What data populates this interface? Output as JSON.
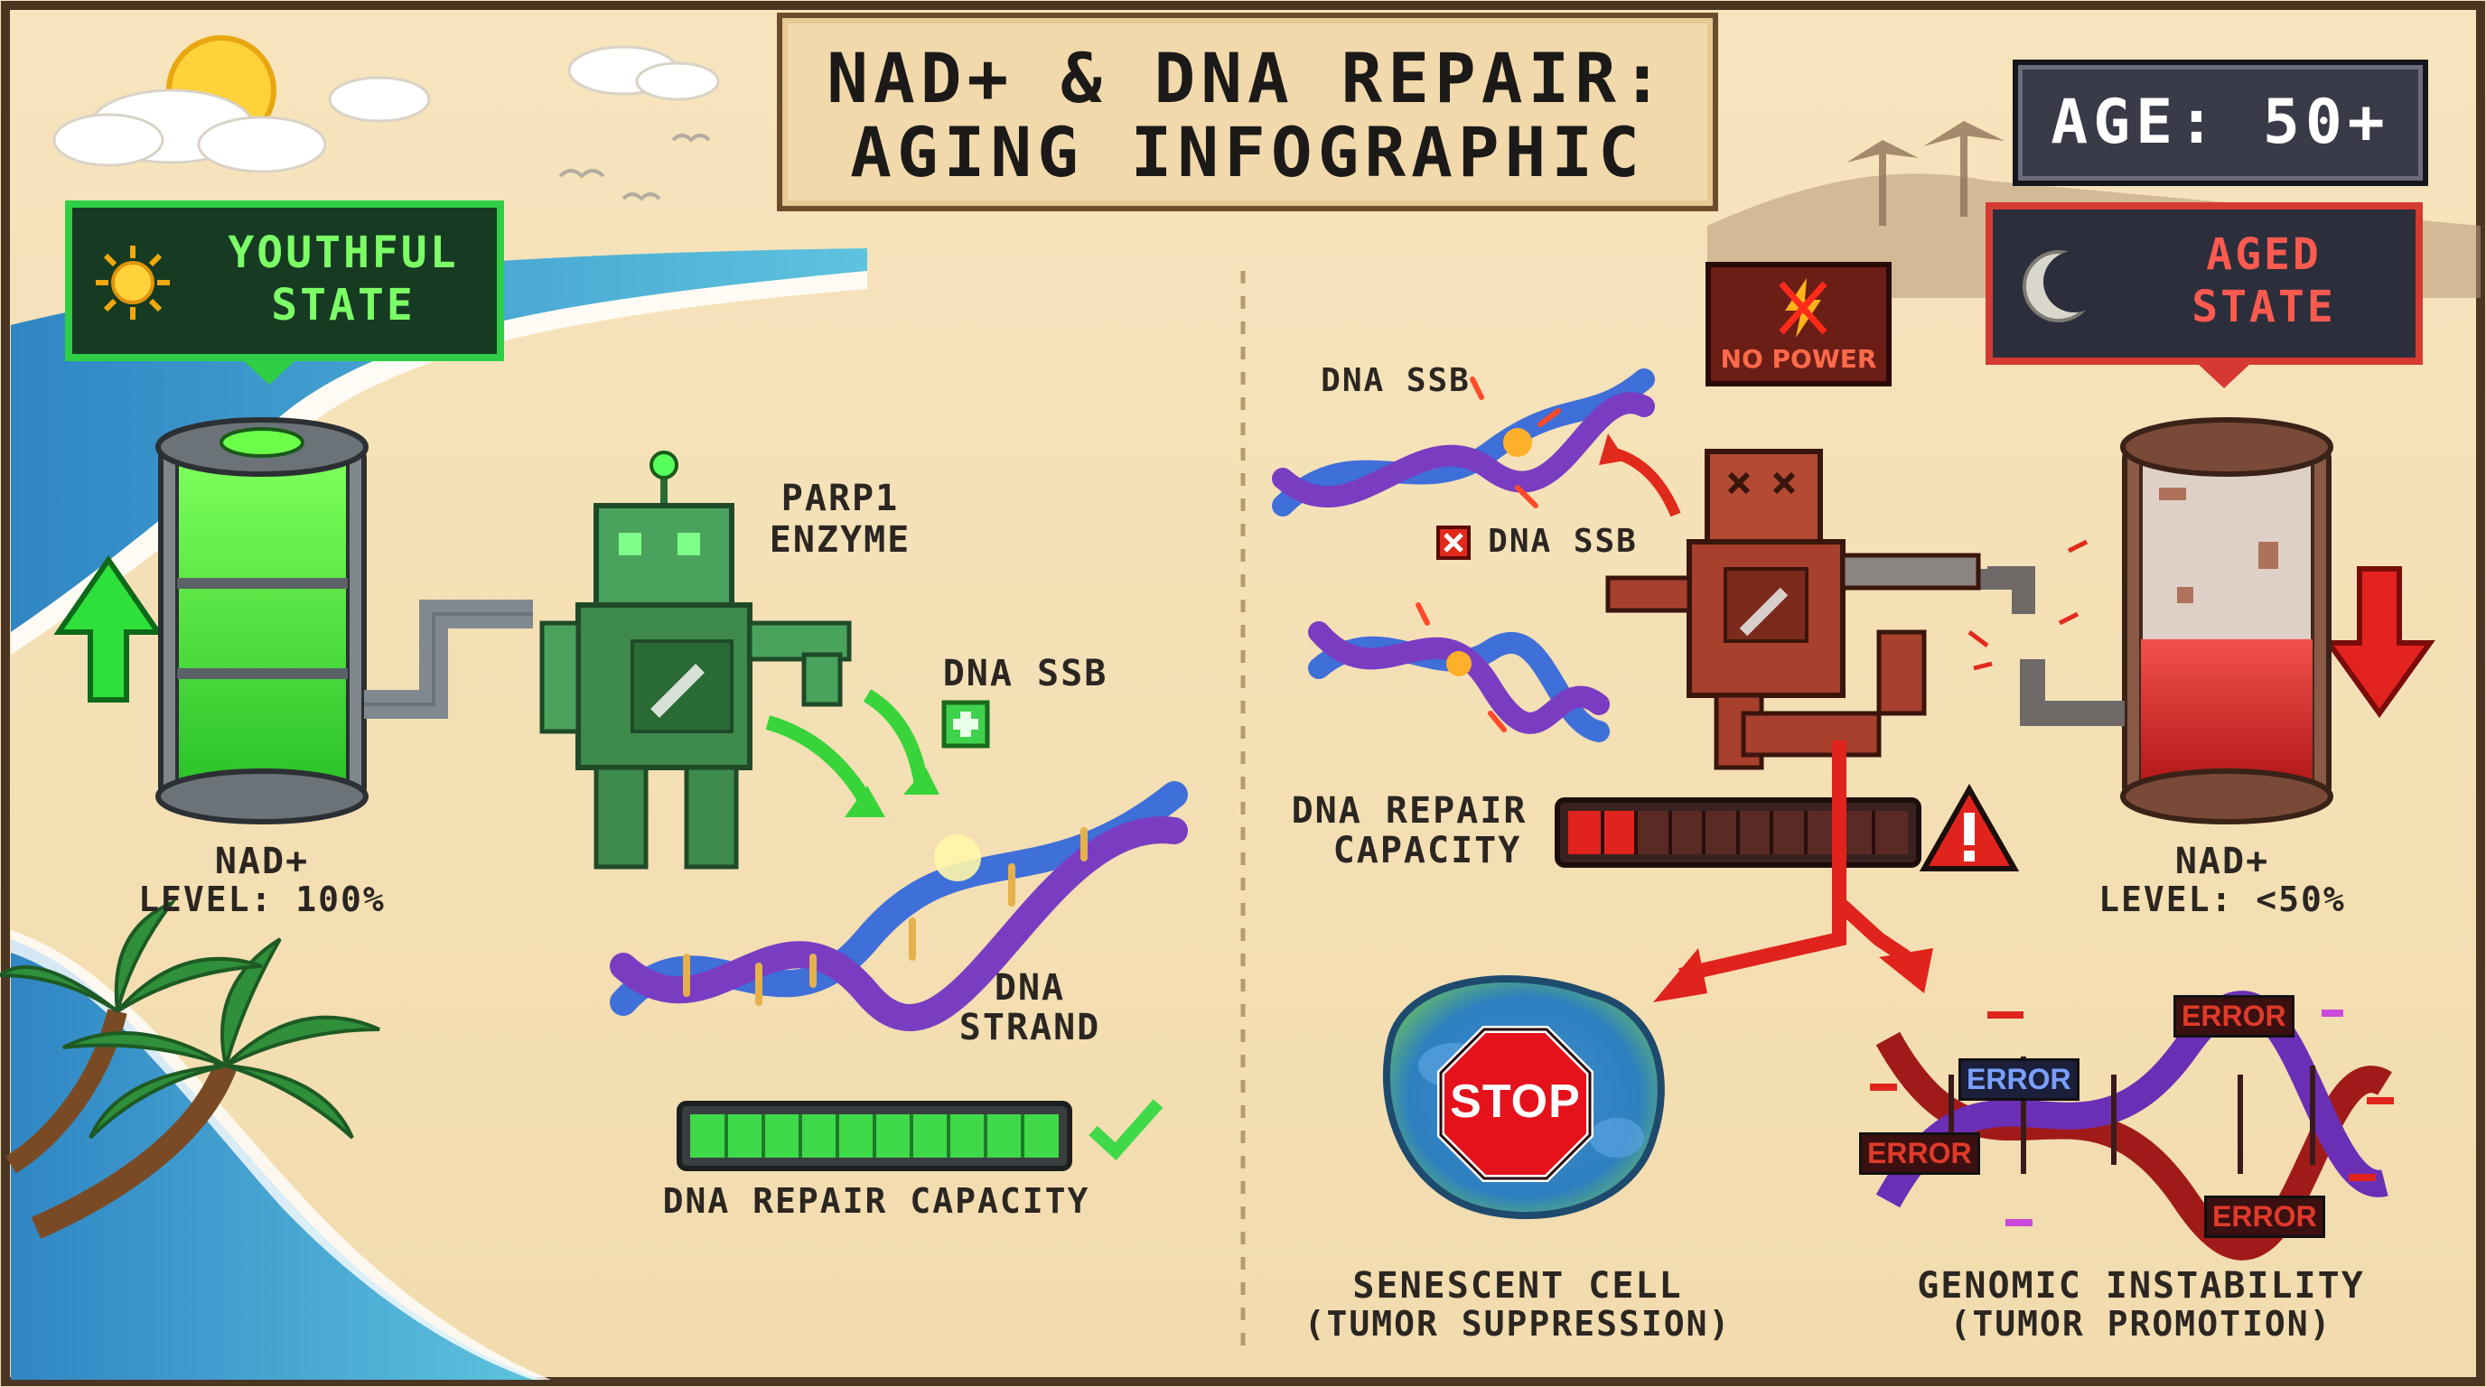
{
  "title": {
    "line1": "NAD+ & DNA REPAIR:",
    "line2": "AGING INFOGRAPHIC"
  },
  "age_badge": "AGE: 50+",
  "youthful": {
    "state_line1": "YOUTHFUL",
    "state_line2": "STATE",
    "enzyme_line1": "PARP1",
    "enzyme_line2": "ENZYME",
    "ssb_label": "DNA SSB",
    "strand_line1": "DNA",
    "strand_line2": "STRAND",
    "nad_line1": "NAD+",
    "nad_line2": "LEVEL: 100%",
    "nad_level_fraction": 1.0,
    "repair_label": "DNA REPAIR CAPACITY",
    "repair_fraction": 1.0
  },
  "aged": {
    "state_line1": "AGED",
    "state_line2": "STATE",
    "no_power": "NO POWER",
    "ssb_label_top": "DNA SSB",
    "ssb_label_mid": "DNA SSB",
    "repair_line1": "DNA REPAIR",
    "repair_line2": "CAPACITY",
    "repair_fraction": 0.2,
    "nad_line1": "NAD+",
    "nad_line2": "LEVEL: <50%",
    "nad_level_fraction": 0.45,
    "stop_sign": "STOP",
    "senescent_line1": "SENESCENT CELL",
    "senescent_line2": "(TUMOR SUPPRESSION)",
    "genomic_line1": "GENOMIC INSTABILITY",
    "genomic_line2": "(TUMOR PROMOTION)",
    "error_tags": [
      "ERROR",
      "ERROR",
      "ERROR",
      "ERROR"
    ]
  },
  "colors": {
    "sand": "#f1d7a6",
    "ocean": "#3aa0cf",
    "youth_green": "#2fcf45",
    "aged_red": "#d53a32",
    "robot_green": "#3d8a4c",
    "robot_rust": "#a8402e",
    "dna_blue": "#3f6fd9",
    "dna_purple": "#7a3dc2"
  }
}
